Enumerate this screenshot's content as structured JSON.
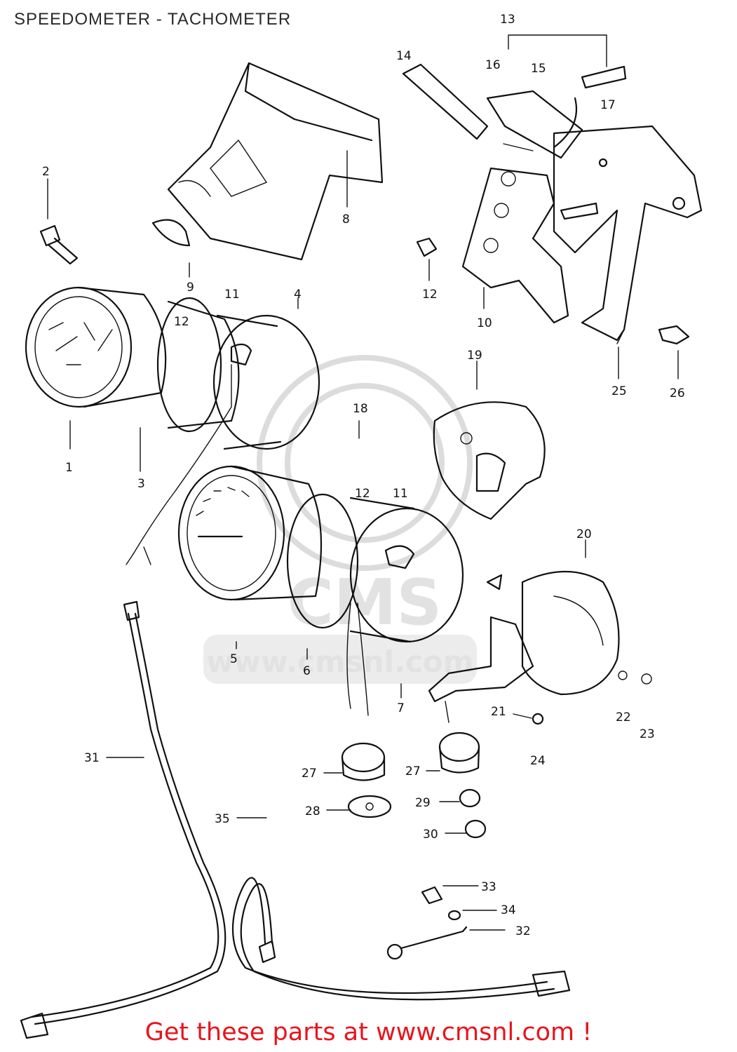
{
  "title": "SPEEDOMETER - TACHOMETER",
  "footer_link": "Get these parts at www.cmsnl.com !",
  "watermark": {
    "line1": "CMS",
    "line2": "www.cmsnl.com"
  },
  "colors": {
    "link": "#e8141c",
    "ink": "#111111",
    "watermark": "#dcdcdc"
  },
  "callouts": [
    "1",
    "2",
    "3",
    "4",
    "5",
    "6",
    "7",
    "8",
    "9",
    "10",
    "11",
    "11",
    "12",
    "12",
    "12",
    "13",
    "14",
    "15",
    "16",
    "17",
    "18",
    "19",
    "20",
    "21",
    "22",
    "23",
    "24",
    "25",
    "26",
    "27",
    "27",
    "28",
    "29",
    "30",
    "31",
    "32",
    "33",
    "34",
    "35"
  ]
}
